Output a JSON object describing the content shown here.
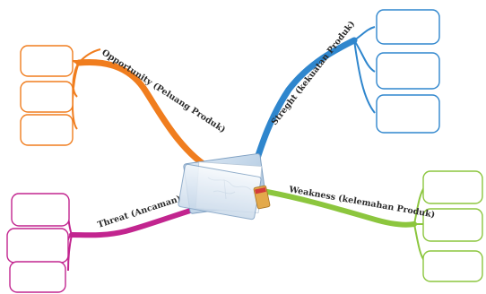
{
  "diagram": {
    "center": {
      "icon": "folder-document-icon"
    },
    "branches": [
      {
        "id": "opportunity",
        "label": "Opportunity (Peluang Produk)",
        "color": "#f07d1e",
        "leaf_count": 3
      },
      {
        "id": "strength",
        "label": "Streght (kekuatan Produk)",
        "color": "#2f86cd",
        "leaf_count": 3
      },
      {
        "id": "threat",
        "label": "Threat (Ancaman)",
        "color": "#c2258f",
        "leaf_count": 3
      },
      {
        "id": "weakness",
        "label": "Weakness (kelemahan Produk)",
        "color": "#8cc63e",
        "leaf_count": 3
      }
    ]
  }
}
